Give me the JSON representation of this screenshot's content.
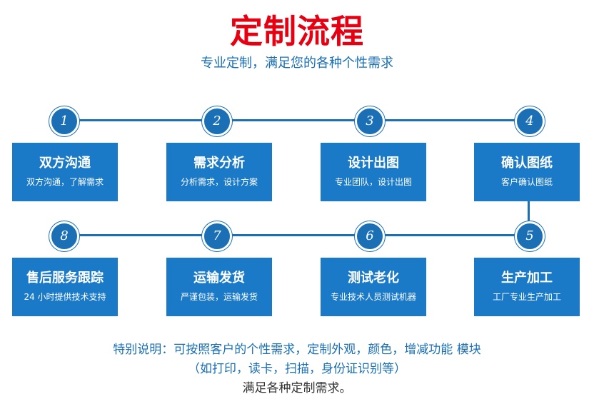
{
  "title": "定制流程",
  "subtitle": "专业定制，满足您的各种个性需求",
  "colors": {
    "title": "#e60012",
    "accent": "#1a6fb5",
    "box": "#1a7ac8"
  },
  "steps": [
    {
      "num": "1",
      "title": "双方沟通",
      "desc": "双方沟通，了解需求"
    },
    {
      "num": "2",
      "title": "需求分析",
      "desc": "分析需求，设计方案"
    },
    {
      "num": "3",
      "title": "设计出图",
      "desc": "专业团队，设计出图"
    },
    {
      "num": "4",
      "title": "确认图纸",
      "desc": "客户确认图纸"
    },
    {
      "num": "5",
      "title": "生产加工",
      "desc": "工厂专业生产加工"
    },
    {
      "num": "6",
      "title": "测试老化",
      "desc": "专业技术人员测试机器"
    },
    {
      "num": "7",
      "title": "运输发货",
      "desc": "严谨包装，运输发货"
    },
    {
      "num": "8",
      "title": "售后服务跟踪",
      "desc": "24 小时提供技术支持"
    }
  ],
  "notes": {
    "line1": "特别说明：可按照客户的个性需求，定制外观，颜色，增减功能  模块",
    "line2": "（如打印，读卡，扫描，身份证识别等）",
    "line3": "满足各种定制需求。"
  }
}
